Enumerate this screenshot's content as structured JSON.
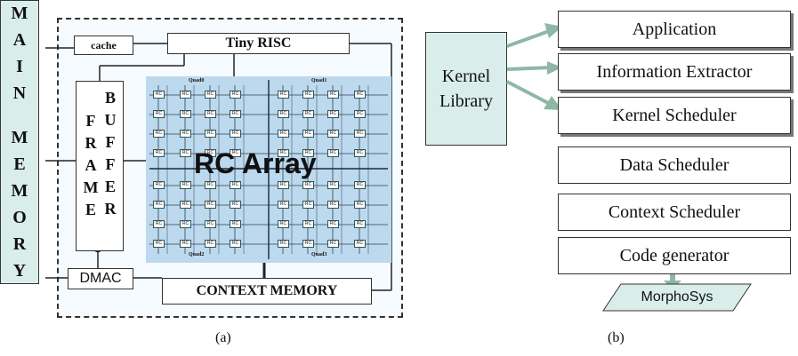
{
  "diagram_a": {
    "main_memory_letters": [
      "M",
      "A",
      "I",
      "N",
      "M",
      "E",
      "M",
      "O",
      "R",
      "Y"
    ],
    "cache_label": "cache",
    "tiny_risc_label": "Tiny RISC",
    "frame_buffer_left": [
      "F",
      "R",
      "A",
      "M",
      "E"
    ],
    "frame_buffer_right": [
      "B",
      "U",
      "F",
      "F",
      "E",
      "R"
    ],
    "rc_array_label": "RC Array",
    "rc_cell_label": "RC",
    "quadrants": [
      "Quad0",
      "Quad1",
      "Quad2",
      "Quad3"
    ],
    "dmac_label": "DMAC",
    "context_memory_label": "CONTEXT MEMORY",
    "caption": "(a)"
  },
  "diagram_b": {
    "kernel_library_label_line1": "Kernel",
    "kernel_library_label_line2": "Library",
    "stack": [
      "Application",
      "Information Extractor",
      "Kernel Scheduler",
      "Data Scheduler",
      "Context Scheduler",
      "Code generator"
    ],
    "morphosys_label": "MorphoSys",
    "caption": "(b)"
  },
  "colors": {
    "memory_fill": "#d9eeea",
    "rc_array_fill": "#bcd9ee",
    "arrow_green": "#8fb7a6"
  }
}
